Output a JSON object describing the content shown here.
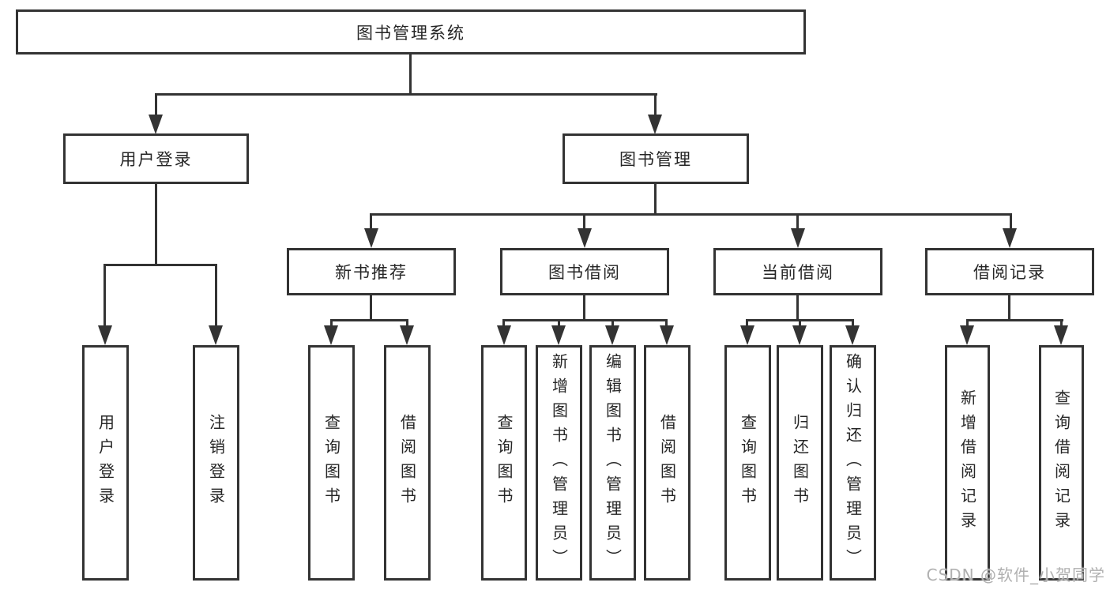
{
  "diagram": {
    "title": "图书管理系统",
    "branches": [
      {
        "label": "用户登录",
        "children": [
          {
            "label": "用户登录"
          },
          {
            "label": "注销登录"
          }
        ]
      },
      {
        "label": "图书管理",
        "children": [
          {
            "label": "新书推荐",
            "children": [
              {
                "label": "查询图书"
              },
              {
                "label": "借阅图书"
              }
            ]
          },
          {
            "label": "图书借阅",
            "children": [
              {
                "label": "查询图书"
              },
              {
                "label": "新增图书（管理员）"
              },
              {
                "label": "编辑图书（管理员）"
              },
              {
                "label": "借阅图书"
              }
            ]
          },
          {
            "label": "当前借阅",
            "children": [
              {
                "label": "查询图书"
              },
              {
                "label": "归还图书"
              },
              {
                "label": "确认归还（管理员）"
              }
            ]
          },
          {
            "label": "借阅记录",
            "children": [
              {
                "label": "新增借阅记录"
              },
              {
                "label": "查询借阅记录"
              }
            ]
          }
        ]
      }
    ]
  },
  "watermark": {
    "text": "CSDN @软件_小贺同学"
  },
  "colors": {
    "line": "#333333",
    "box_background": "#ffffff",
    "text": "#262626",
    "watermark": "#b0b0b0"
  }
}
